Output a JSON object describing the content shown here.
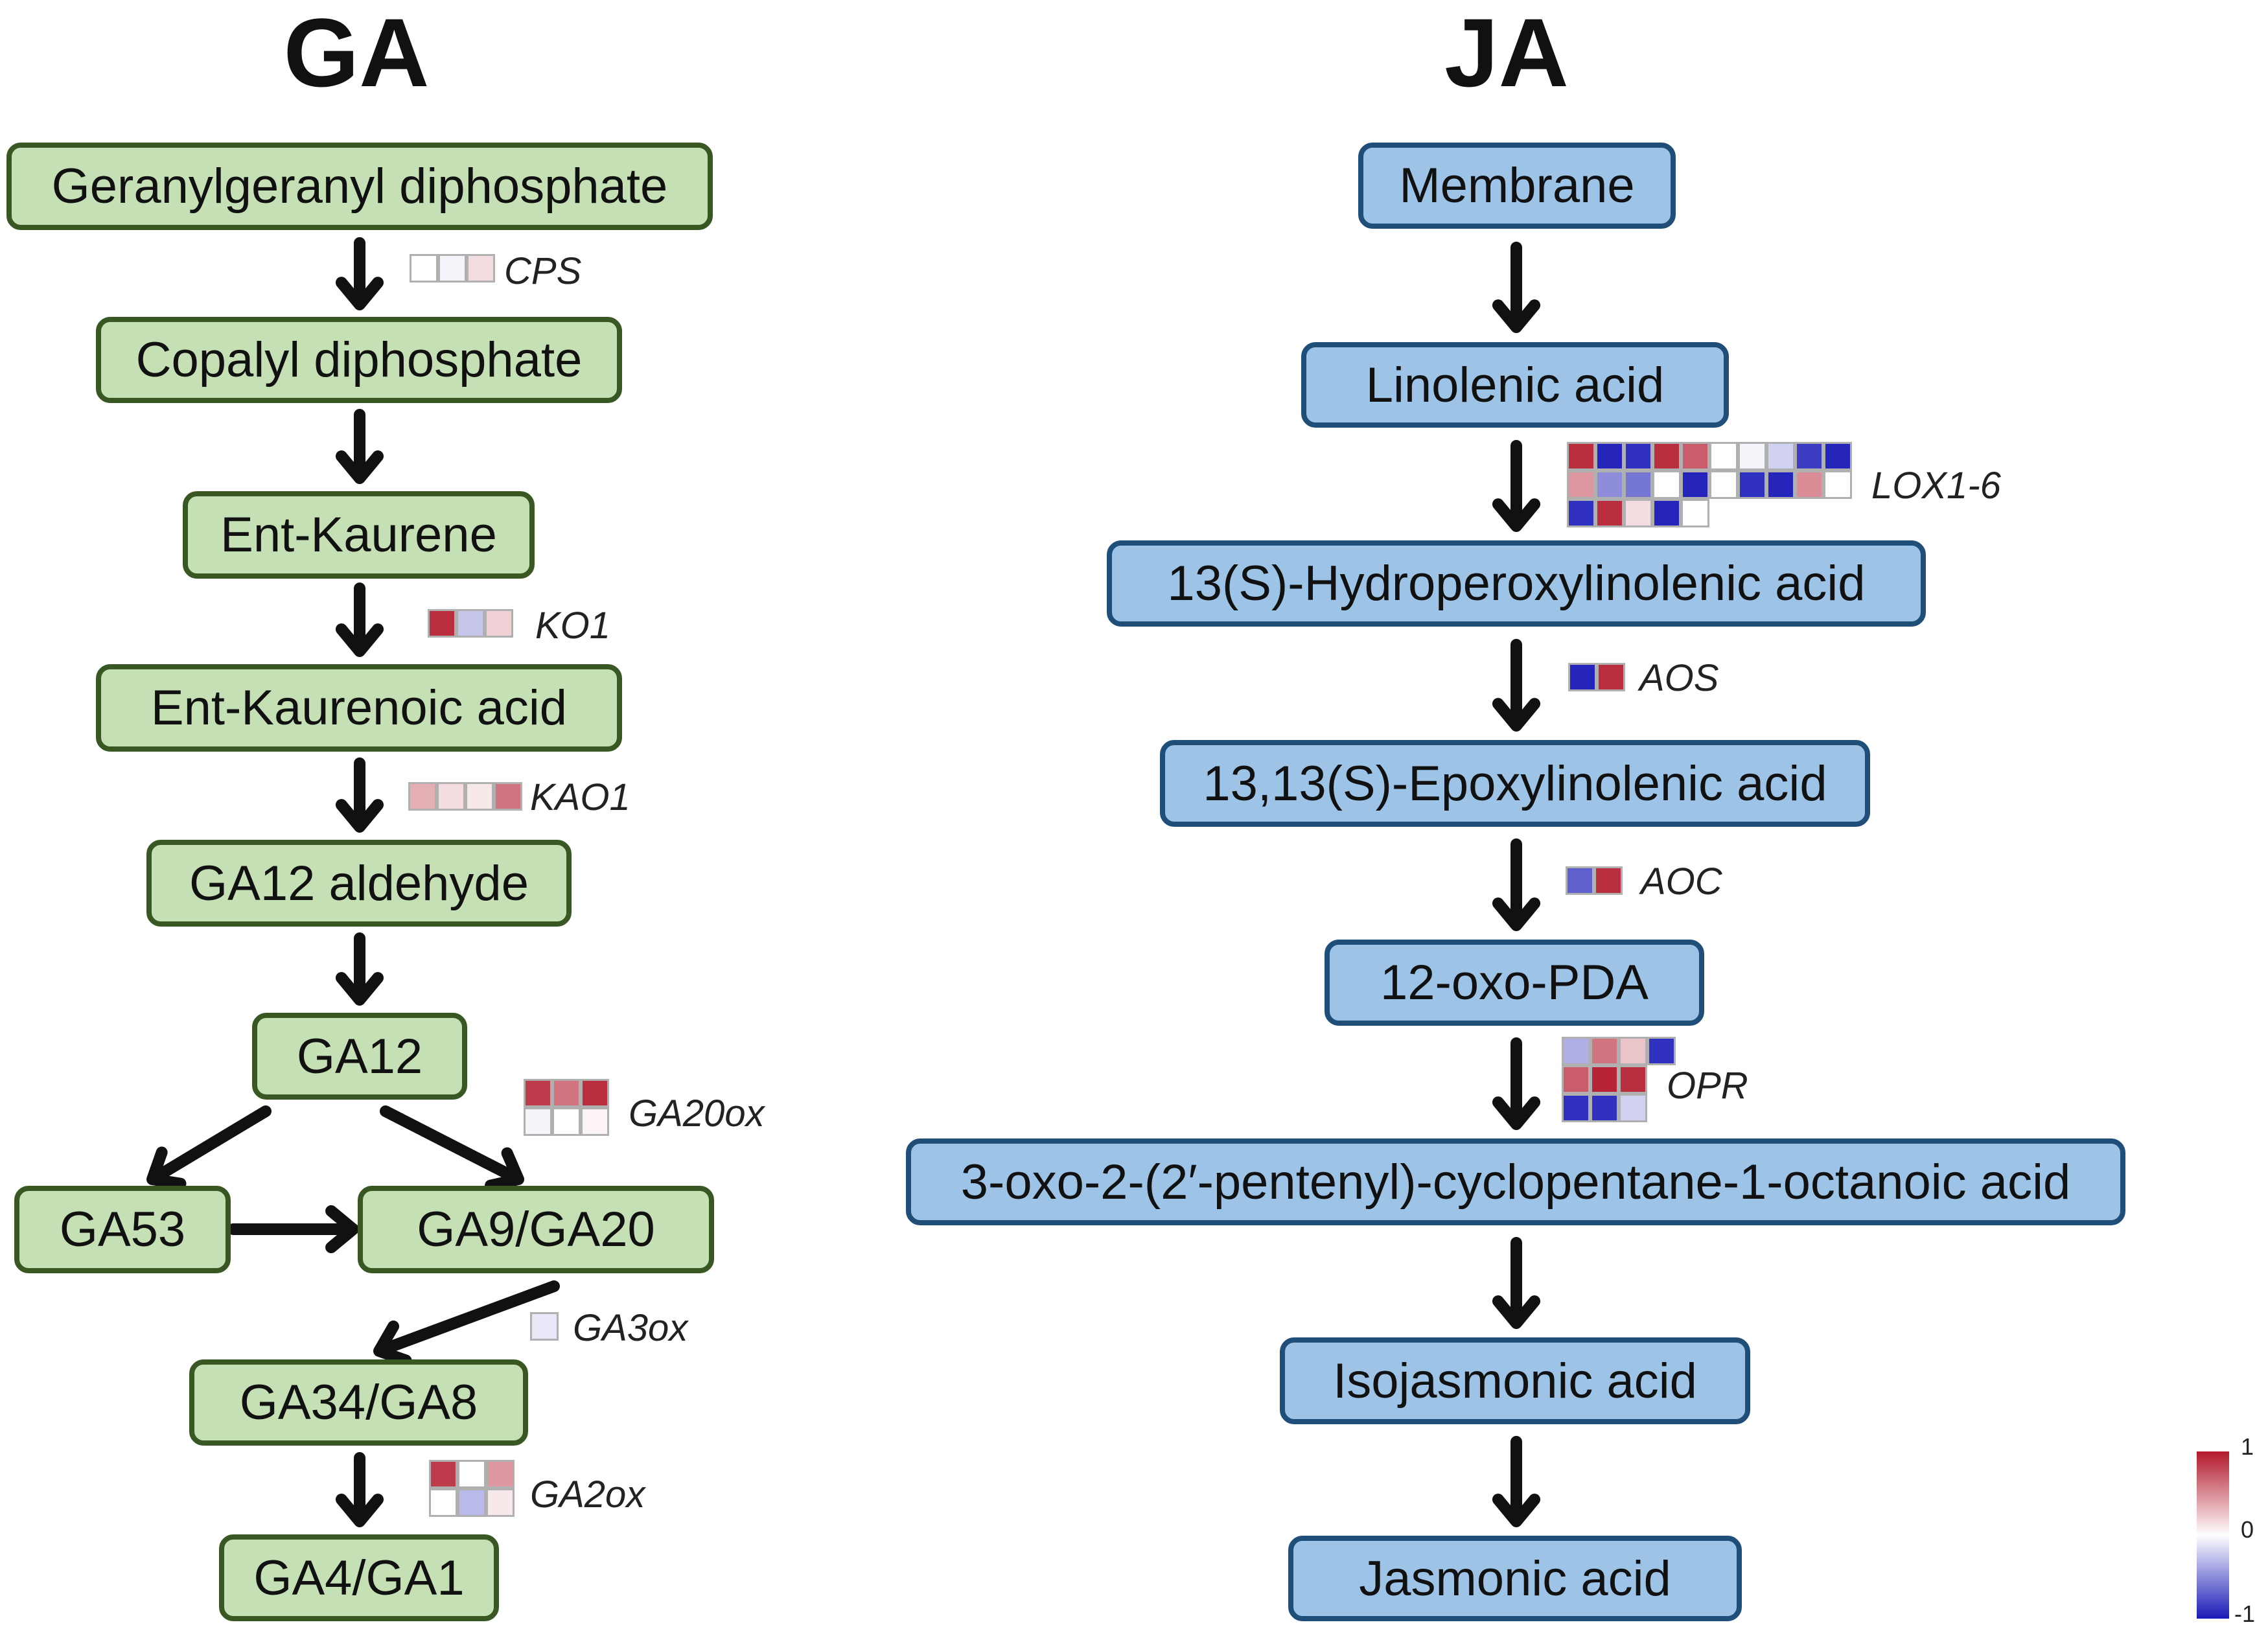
{
  "titles": {
    "ga": "GA",
    "ja": "JA"
  },
  "ga_nodes": [
    "Geranylgeranyl diphosphate",
    "Copalyl diphosphate",
    "Ent-Kaurene",
    "Ent-Kaurenoic acid",
    "GA12 aldehyde",
    "GA12",
    "GA53",
    "GA9/GA20",
    "GA34/GA8",
    "GA4/GA1"
  ],
  "ja_nodes": [
    "Membrane",
    "Linolenic acid",
    "13(S)-Hydroperoxylinolenic acid",
    "13,13(S)-Epoxylinolenic acid",
    "12-oxo-PDA",
    "3-oxo-2-(2′-pentenyl)-cyclopentane-1-octanoic acid",
    "Isojasmonic acid",
    "Jasmonic acid"
  ],
  "genes": {
    "cps": "CPS",
    "ko1": "KO1",
    "kao1": "KAO1",
    "ga20ox": "GA20ox",
    "ga3ox": "GA3ox",
    "ga2ox": "GA2ox",
    "lox": "LOX1-6",
    "aos": "AOS",
    "aoc": "AOC",
    "opr": "OPR"
  },
  "heatmaps": {
    "cps": [
      [
        0.0,
        -0.05,
        0.15
      ]
    ],
    "ko1": [
      [
        0.9,
        -0.25,
        0.2
      ]
    ],
    "kao1": [
      [
        0.35,
        0.15,
        0.1,
        0.6
      ]
    ],
    "ga20ox": [
      [
        0.85,
        0.6,
        0.9
      ],
      [
        -0.05,
        0.0,
        0.05
      ]
    ],
    "ga3ox": [
      [
        -0.1
      ]
    ],
    "ga2ox": [
      [
        0.85,
        0.0,
        0.45
      ],
      [
        0.0,
        -0.3,
        0.1
      ]
    ],
    "lox": [
      [
        0.9,
        -0.95,
        -0.9,
        0.9,
        0.7,
        0.0,
        -0.05,
        -0.2,
        -0.85,
        -0.95
      ],
      [
        0.45,
        -0.5,
        -0.6,
        0.0,
        -0.95,
        0.0,
        -0.9,
        -0.95,
        0.5,
        0.0
      ],
      [
        -0.9,
        0.9,
        0.15,
        -0.95,
        0.0
      ]
    ],
    "aos": [
      [
        -0.95,
        0.9
      ]
    ],
    "aoc": [
      [
        -0.7,
        0.9
      ]
    ],
    "opr": [
      [
        -0.35,
        0.6,
        0.25,
        -0.9
      ],
      [
        0.7,
        0.95,
        0.9
      ],
      [
        -0.9,
        -0.9,
        -0.2
      ]
    ]
  },
  "color_scale": {
    "max_label": "1",
    "mid_label": "0",
    "min_label": "-1",
    "high": "#b2182b",
    "mid": "#ffffff",
    "low": "#1a1ab8"
  },
  "colors": {
    "ga_fill": "#c5e0b4",
    "ga_border": "#385723",
    "ja_fill": "#9dc3e6",
    "ja_border": "#1f4e79",
    "arrow": "#111111"
  }
}
